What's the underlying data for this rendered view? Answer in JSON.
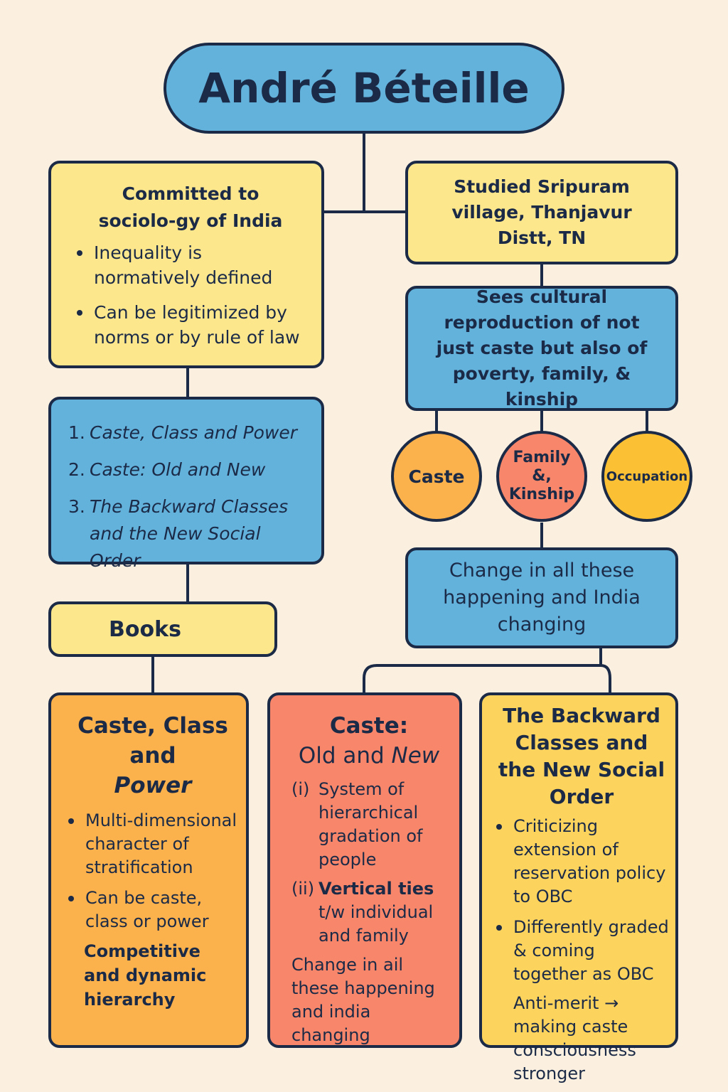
{
  "title": "André Béteille",
  "left_top": {
    "heading": "Committed to sociolo-gy of India",
    "bullets": [
      "Inequality is normatively defined",
      "Can be legitimized by norms or by rule of law"
    ]
  },
  "right_top": {
    "text": "Studied Sripuram village, Thanjavur Distt, TN"
  },
  "books_list": {
    "items": [
      {
        "num": "1.",
        "title": "Caste, Class and Power"
      },
      {
        "num": "2.",
        "title": "Caste: Old and New"
      },
      {
        "num": "3.",
        "title": "The Backward Classes and the New Social Order"
      }
    ]
  },
  "cultural": {
    "text": "Sees cultural reproduction of not just caste but also of poverty, family, & kinship"
  },
  "circles": [
    "Caste",
    "Family &, Kinship",
    "Occupation"
  ],
  "change": {
    "text": "Change in all these happening and India changing"
  },
  "books_label": "Books",
  "card1": {
    "title_a": "Caste, Class and",
    "title_b": "Power",
    "bullets": [
      "Multi-dimensional character of stratification",
      "Can be caste, class or power"
    ],
    "note": "Competitive and dynamic hierarchy"
  },
  "card2": {
    "title_a": "Caste:",
    "title_b": "Old and",
    "title_c": "New",
    "items": [
      {
        "num": "(i)",
        "text": "System of hierarchical gradation of people"
      },
      {
        "num": "(ii)",
        "text_bold": "Vertical ties",
        "text": "t/w individual and family"
      }
    ],
    "note": "Change in ail these happening and india changing"
  },
  "card3": {
    "title": "The Backward Classes and the New Social Order",
    "bullets": [
      "Criticizing extension of reservation policy to OBC",
      "Differently graded & coming together as OBC"
    ],
    "note": "Anti-merit → making caste consciousness stronger"
  },
  "colors": {
    "navy": "#1b2a47",
    "yellow": "#fce78d",
    "blue": "#63b2dc",
    "orange": "#fbb24c",
    "salmon": "#f7866a",
    "gold": "#fcd35c",
    "background": "#fbf0df"
  }
}
